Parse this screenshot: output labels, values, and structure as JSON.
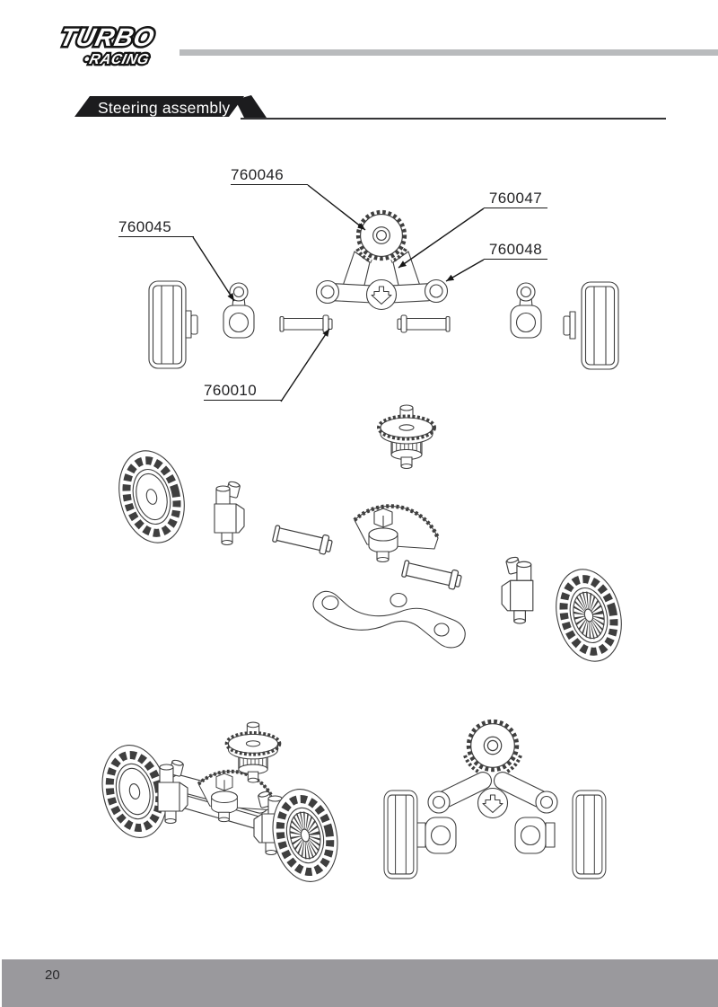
{
  "header": {
    "logo_primary": "TURBO",
    "logo_secondary": "•RACING",
    "section_title": "Steering assembly"
  },
  "diagram": {
    "part_labels": [
      "760046",
      "760045",
      "760047",
      "760048",
      "760010"
    ]
  },
  "footer": {
    "page_number": "20"
  },
  "colors": {
    "banner": "#1c1c1e",
    "top_bar": "#b9bbbd",
    "footer_bar": "#9a999d",
    "line_art": "#3f3f3f",
    "label_text": "#1f1f21",
    "banner_text": "#ffffff"
  }
}
